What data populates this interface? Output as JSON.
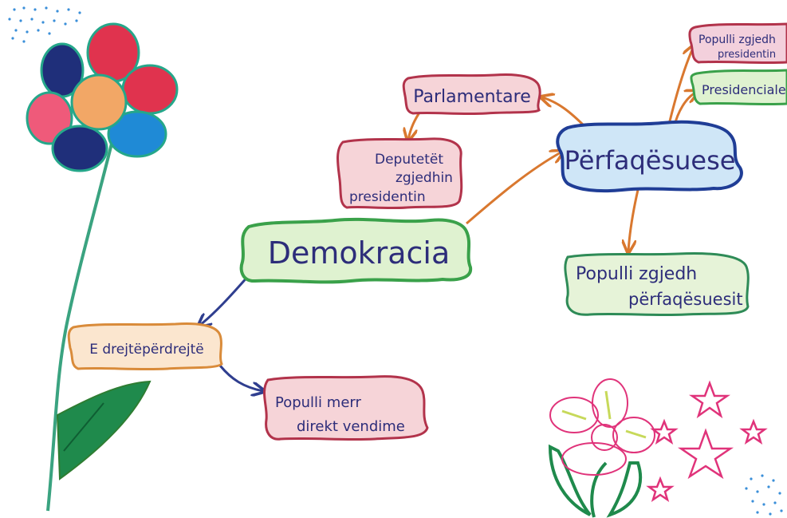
{
  "nodes": {
    "demokracia": {
      "label": "Demokracia",
      "fill": "#dff2d0",
      "border": "#3aa14a",
      "text_color": "#2f3e8f"
    },
    "perfaqesuese": {
      "label": "Përfaqësuese",
      "fill": "#cfe6f7",
      "border": "#1f3d96",
      "text_color": "#2f3e8f"
    },
    "parlamentare": {
      "label": "Parlamentare",
      "fill": "#f6d4d8",
      "border": "#b2334b",
      "text_color": "#8e1f3a"
    },
    "deputetet": {
      "lines": [
        "Deputetët",
        "zgjedhin",
        "presidentin"
      ],
      "fill": "#f6d4d8",
      "border": "#b2334b",
      "text_color": "#2e7d32"
    },
    "populli_zgjedh_president": {
      "lines": [
        "Populli zgjedh",
        "presidentin"
      ],
      "fill": "#f3d0dc",
      "border": "#b2334b",
      "text_color": "#3b2b7a"
    },
    "presidenciale": {
      "label": "Presidenciale",
      "fill": "#dff2d0",
      "border": "#3aa14a",
      "text_color": "#b2334b"
    },
    "populli_zgjedh_perfaqesuesit": {
      "lines": [
        "Populli zgjedh",
        "përfaqësuesit"
      ],
      "fill": "#e6f3d8",
      "border": "#2e8b57",
      "text_color": "#8e1f3a"
    },
    "e_drejteperdrejte": {
      "label": "E drejtëpërdrejtë",
      "fill": "#fbe6cf",
      "border": "#d98b3a",
      "text_color": "#6b8e23"
    },
    "populli_merr": {
      "lines": [
        "Populli merr",
        "direkt vendime"
      ],
      "fill": "#f6d4d8",
      "border": "#b2334b",
      "text_color": "#c06a1f"
    }
  },
  "colors": {
    "arrow_orange": "#d9782f",
    "arrow_blue": "#2f3e8f",
    "stem_green": "#3aa380",
    "leaf_green": "#1f8a4c",
    "flower_center": "#f2a766",
    "petal_red": "#e0334e",
    "petal_navy": "#1f2f7a",
    "petal_pink": "#ef5a7a",
    "petal_blue": "#1f8ad6",
    "petal_outline": "#25a78a",
    "star_pink": "#e0337a",
    "dots_blue": "#3a8fd9"
  }
}
